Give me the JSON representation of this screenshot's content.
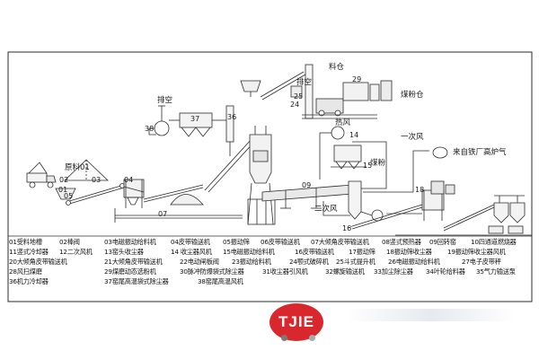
{
  "diagram": {
    "labels": {
      "raw_material_01": "原料01",
      "exhaust_top": "排空",
      "exhaust_mid": "排空",
      "feed_bin": "料仓",
      "coal_powder_bin": "煤粉仓",
      "hot_air": "热风",
      "coal_powder": "煤粉",
      "primary_air": "一次风",
      "blast_furnace_gas": "来自铁厂高炉气",
      "secondary_air": "二次风",
      "n01": "01",
      "n02": "02",
      "n03": "03",
      "n04": "04",
      "n05": "05",
      "n07": "07",
      "n09": "09",
      "n14": "14",
      "n15": "15",
      "n16": "16",
      "n18": "18",
      "n24": "24",
      "n25": "25",
      "n29": "29",
      "n36": "36",
      "n37": "37",
      "n38": "38"
    },
    "legend": [
      [
        "01受料地槽",
        "02棒阀",
        "03电磁振动给料机",
        "04皮带输送机",
        "05振动筛",
        "06皮带输送机",
        "07大倾角皮带输送机",
        "08竖式预热器",
        "09回转窑",
        "10四通道燃烧器"
      ],
      [
        "11竖式冷却器",
        "12二次风机",
        "13窑头收尘器",
        "14 收尘器风机",
        "15电磁振动给料机",
        "16皮带输送机",
        "17振动筛",
        "18振动筛收尘器",
        "19振动筛收尘器风机"
      ],
      [
        "20大倾角皮带输送机",
        "21大倾角皮带输送机",
        "22电动闸板阀",
        "23振动给料机",
        "24颚式破碎机",
        "25斗式提升机",
        "26电磁振动给料机",
        "27电子皮带秤"
      ],
      [
        "28风扫煤磨",
        "29煤磨动态选粉机",
        "30脉冲防爆袋式除尘器",
        "31收尘器引风机",
        "32螺旋输送机",
        "33加尘除尘器",
        "34叶轮给料器",
        "35气力输送泵"
      ],
      [
        "36机力冷却器",
        "37窑尾高温袋式除尘器",
        "38窑尾高温风机"
      ]
    ],
    "logo": "TJIE",
    "colors": {
      "line": "#2b2b2b",
      "logo": "#d8282e",
      "legend_text": "#111111"
    }
  }
}
